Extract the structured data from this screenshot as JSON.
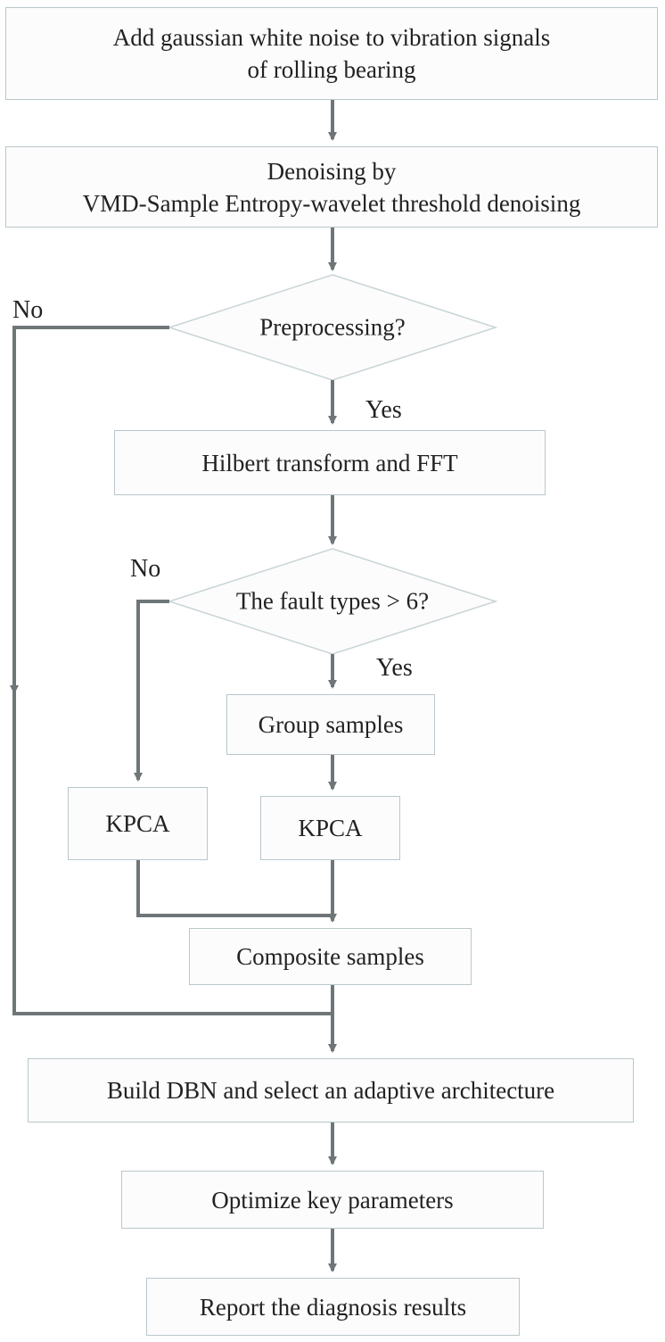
{
  "nodes": {
    "add_noise": {
      "lines": [
        "Add gaussian white noise to vibration signals",
        "of rolling bearing"
      ]
    },
    "denoise": {
      "lines": [
        "Denoising by",
        "VMD-Sample Entropy-wavelet threshold denoising"
      ]
    },
    "preprocessing": {
      "text": "Preprocessing?"
    },
    "hilbert": {
      "text": "Hilbert transform and FFT"
    },
    "fault_types": {
      "text": "The fault types > 6?"
    },
    "group_samples": {
      "text": "Group samples"
    },
    "kpca_left": {
      "text": "KPCA"
    },
    "kpca_right": {
      "text": "KPCA"
    },
    "composite": {
      "text": "Composite samples"
    },
    "build_dbn": {
      "text": "Build DBN and select an adaptive architecture"
    },
    "optimize": {
      "text": "Optimize key parameters"
    },
    "report": {
      "text": "Report the diagnosis results"
    }
  },
  "labels": {
    "pre_no": "No",
    "pre_yes": "Yes",
    "fault_no": "No",
    "fault_yes": "Yes"
  },
  "colors": {
    "edge": "#6e7678",
    "node_border": "#b9c7cb",
    "diamond_border": "#c9d4d7"
  }
}
